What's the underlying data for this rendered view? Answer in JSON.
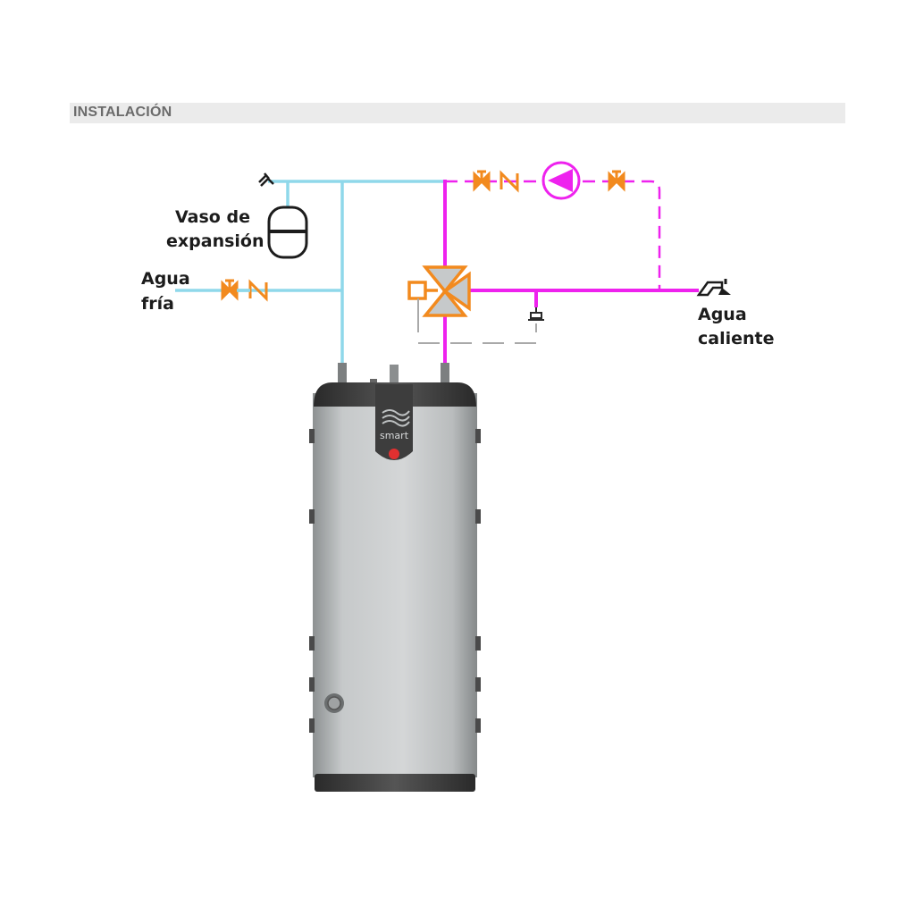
{
  "header": {
    "title": "INSTALACIÓN"
  },
  "labels": {
    "expansion_vessel_line1": "Vaso de",
    "expansion_vessel_line2": "expansión",
    "cold_water_line1": "Agua",
    "cold_water_line2": "fría",
    "hot_water_line1": "Agua",
    "hot_water_line2": "caliente"
  },
  "tank": {
    "brand": "smart"
  },
  "colors": {
    "cold_pipe": "#8fd8ea",
    "hot_pipe": "#ee22ee",
    "valve": "#f28a1e",
    "tank_body": "#c9cccd",
    "tank_cap": "#3b3b3b"
  }
}
